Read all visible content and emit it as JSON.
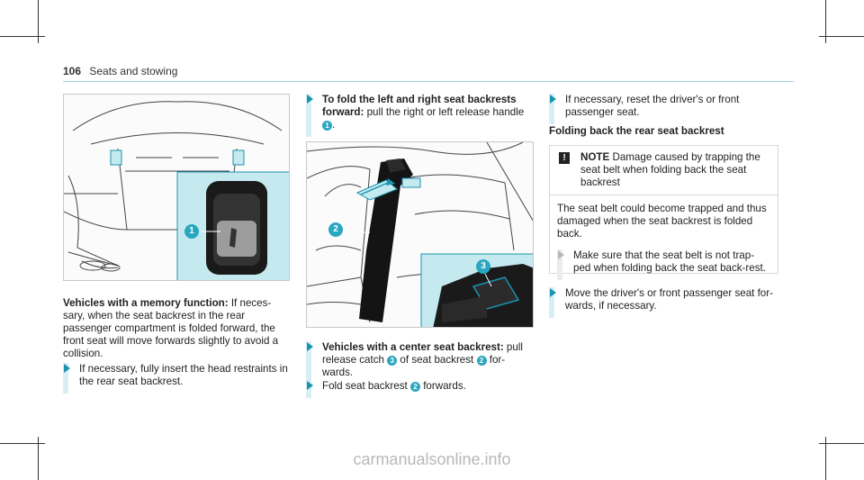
{
  "header": {
    "page_number": "106",
    "section": "Seats and stowing"
  },
  "figure1": {
    "callout": "1"
  },
  "figure2": {
    "callouts": [
      "2",
      "3"
    ]
  },
  "col1": {
    "para_bold": "Vehicles with a memory function:",
    "para_text": " If neces-sary, when the seat backrest in the rear passenger compartment is folded forward, the front seat will move forwards slightly to avoid a collision.",
    "step1": "If necessary, fully insert the head restraints in the rear seat backrest."
  },
  "col2": {
    "step1_bold": "To fold the left and right seat backrests forward:",
    "step1_text": " pull the right or left release handle",
    "step1_ref": "1",
    "step2_bold": "Vehicles with a center seat backrest:",
    "step2_text_a": " pull release catch",
    "step2_ref_a": "3",
    "step2_text_b": " of seat backrest",
    "step2_ref_b": "2",
    "step2_text_c": " for-wards.",
    "step3_text_a": "Fold seat backrest",
    "step3_ref": "2",
    "step3_text_b": " forwards."
  },
  "col3": {
    "step1": "If necessary, reset the driver's or front passenger seat.",
    "heading": "Folding back the rear seat backrest",
    "note": {
      "icon": "!",
      "label": "NOTE",
      "title": "Damage caused by trapping the seat belt when folding back the seat backrest",
      "body": "The seat belt could become trapped and thus damaged when the seat backrest is folded back.",
      "step": "Make sure that the seat belt is not trap-ped when folding back the seat back-rest."
    },
    "step2": "Move the driver's or front passenger seat for-wards, if necessary."
  },
  "footer": {
    "watermark": "carmanualsonline.info"
  },
  "colors": {
    "accent": "#1b93b1",
    "callout": "#2aa7c0",
    "inset_bg": "#c4eaf0"
  }
}
